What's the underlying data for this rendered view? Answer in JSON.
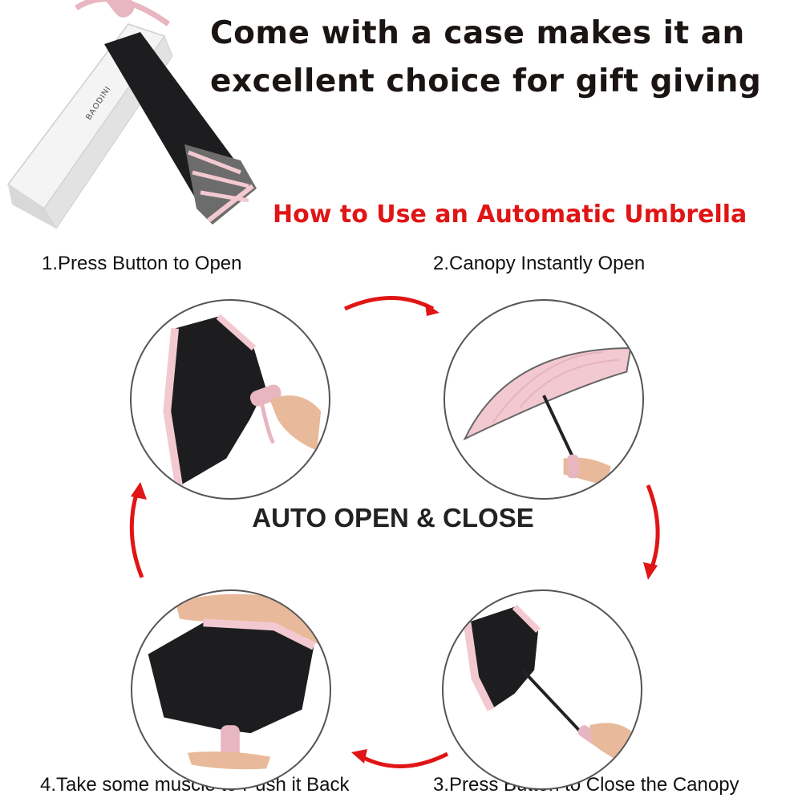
{
  "headline": {
    "line1": "Come with a case makes it an",
    "line2": "excellent choice for gift giving"
  },
  "box_brand": "BAODINI",
  "howto_title": "How to Use an Automatic Umbrella",
  "center_label": "AUTO OPEN & CLOSE",
  "steps": {
    "step1": "1.Press Button to Open",
    "step2": "2.Canopy Instantly Open",
    "step3": "3.Press Button to Close the Canopy",
    "step4": "4.Take some muscle to Push it Back"
  },
  "colors": {
    "accent_red": "#e01515",
    "umbrella_pink": "#f3c9d1",
    "umbrella_black": "#1d1d1f",
    "skin": "#e8b99a"
  }
}
